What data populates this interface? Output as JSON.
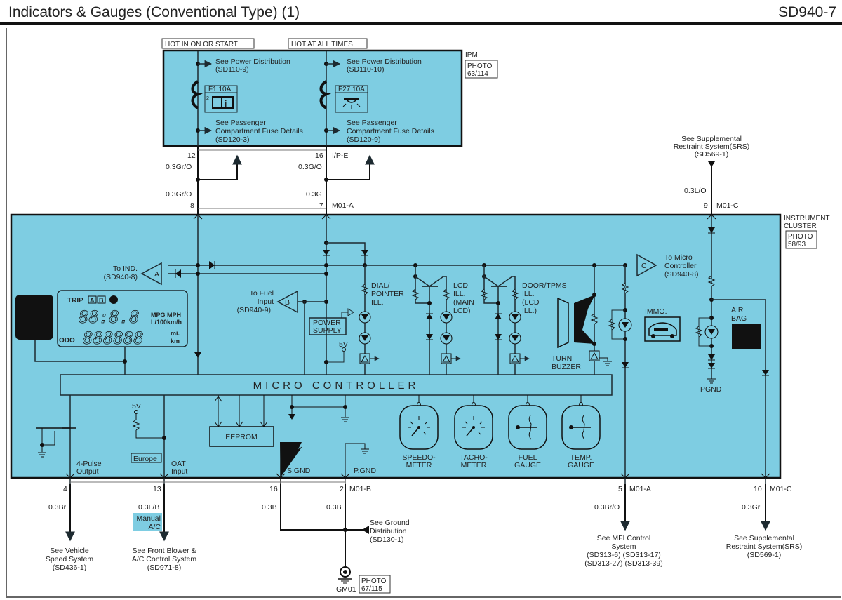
{
  "page": {
    "title": "Indicators & Gauges (Conventional Type) (1)",
    "code": "SD940-7"
  },
  "ipm": {
    "label": "IPM",
    "photo": [
      "PHOTO",
      "63/114"
    ],
    "hot_left": "HOT IN ON OR START",
    "hot_right": "HOT AT ALL TIMES",
    "left": {
      "power_ref": [
        "See Power Distribution",
        "(SD110-9)"
      ],
      "fuse": "F1 10A",
      "fuse_sub": "2",
      "fuse_icon": "book-info-icon",
      "fuse_ref": [
        "See Passenger",
        "Compartment Fuse Details",
        "(SD120-3)"
      ]
    },
    "right": {
      "power_ref": [
        "See Power Distribution",
        "(SD110-10)"
      ],
      "fuse": "F27 10A",
      "fuse_icon": "room-lamp-icon",
      "fuse_ref": [
        "See Passenger",
        "Compartment Fuse Details",
        "(SD120-9)"
      ]
    }
  },
  "wires_top": {
    "left_pin_ipm": "12",
    "left_wire_1": "0.3Gr/O",
    "left_wire_2": "0.3Gr/O",
    "left_pin_cluster": "8",
    "right_pin_ipm": "16",
    "right_conn_ipm": "I/P-E",
    "right_wire_1": "0.3G/O",
    "right_wire_2": "0.3G",
    "right_pin_cluster": "7",
    "right_conn_cluster": "M01-A",
    "srs_ref": [
      "See Supplemental",
      "Restraint System(SRS)",
      "(SD569-1)"
    ],
    "srs_wire": "0.3L/O",
    "srs_pin": "9",
    "srs_conn": "M01-C"
  },
  "cluster": {
    "label": [
      "INSTRUMENT",
      "CLUSTER"
    ],
    "photo": [
      "PHOTO",
      "58/93"
    ],
    "micro_controller": "MICRO  CONTROLLER",
    "to_ind": [
      "To IND.",
      "(SD940-8)"
    ],
    "conn_a": "A",
    "to_fuel": [
      "To Fuel",
      "Input",
      "(SD940-9)"
    ],
    "conn_b": "B",
    "to_micro": [
      "To Micro",
      "Controller",
      "(SD940-8)"
    ],
    "conn_c": "C",
    "power_supply": [
      "POWER",
      "SUPPLY"
    ],
    "five_v": "5V",
    "dial_ill": [
      "DIAL/",
      "POINTER",
      "ILL."
    ],
    "lcd_ill": [
      "LCD",
      "ILL.",
      "(MAIN",
      "LCD)"
    ],
    "door_ill": [
      "DOOR/TPMS",
      "ILL.",
      "(LCD",
      "ILL.)"
    ],
    "turn_buzzer": [
      "TURN",
      "BUZZER"
    ],
    "immo": "IMMO.",
    "air_bag": [
      "AIR",
      "BAG"
    ],
    "pgnd": "PGND",
    "eeprom": "EEPROM",
    "europe": "Europe",
    "oat_input": [
      "OAT",
      "Input"
    ],
    "pulse_output": [
      "4-Pulse",
      "Output"
    ],
    "sgnd": "S.GND",
    "pgnd_bottom": "P.GND",
    "lcd": {
      "trip": "TRIP",
      "a": "A",
      "b": "B",
      "digits": "88:8.8",
      "odo_digits": "888888",
      "odo": "ODO",
      "units1": "MPG MPH",
      "units2": "L/100km/h",
      "mi": "mi.",
      "km": "km"
    },
    "gauges": [
      {
        "label": [
          "SPEEDO-",
          "METER"
        ],
        "type": "dial"
      },
      {
        "label": [
          "TACHO-",
          "METER"
        ],
        "type": "dial"
      },
      {
        "label": [
          "FUEL",
          "GAUGE"
        ],
        "type": "bar"
      },
      {
        "label": [
          "TEMP.",
          "GAUGE"
        ],
        "type": "bar"
      }
    ]
  },
  "bottom": {
    "pins": [
      {
        "pin": "4",
        "conn": "",
        "wire": "0.3Br",
        "ref": [
          "See Vehicle",
          "Speed System",
          "(SD436-1)"
        ]
      },
      {
        "pin": "13",
        "conn": "",
        "wire": "0.3L/B",
        "option": [
          "Manual",
          "A/C"
        ],
        "ref": [
          "See Front Blower &",
          "A/C Control System",
          "(SD971-8)"
        ]
      },
      {
        "pin": "16",
        "conn": "",
        "wire": "0.3B"
      },
      {
        "pin": "2",
        "conn": "M01-B",
        "wire": "0.3B"
      },
      {
        "pin": "5",
        "conn": "M01-A",
        "wire": "0.3Br/O",
        "ref": [
          "See MFI Control",
          "System",
          "(SD313-6) (SD313-17)",
          "(SD313-27) (SD313-39)"
        ]
      },
      {
        "pin": "10",
        "conn": "M01-C",
        "wire": "0.3Gr",
        "ref": [
          "See Supplemental",
          "Restraint System(SRS)",
          "(SD569-1)"
        ]
      }
    ],
    "ground_ref": [
      "See Ground",
      "Distribution",
      "(SD130-1)"
    ],
    "ground_name": "GM01",
    "ground_photo": [
      "PHOTO",
      "67/115"
    ]
  },
  "colors": {
    "fill": "#7ecde2",
    "line": "#1d2a30"
  }
}
